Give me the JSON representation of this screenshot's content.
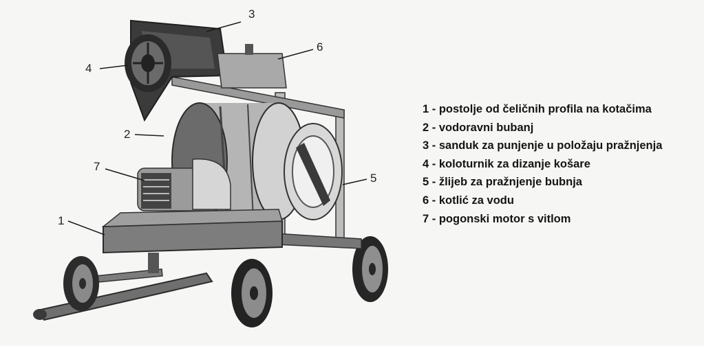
{
  "callouts": {
    "c1": "1",
    "c2": "2",
    "c3": "3",
    "c4": "4",
    "c5": "5",
    "c6": "6",
    "c7": "7"
  },
  "legend": [
    "1 - postolje od čeličnih profila na kotačima",
    "2 - vodoravni bubanj",
    "3 - sanduk za punjenje u položaju pražnjenja",
    "4 - koloturnik za dizanje košare",
    "5 - žlijeb za pražnjenje bubnja",
    "6 - kotlić za vodu",
    "7 - pogonski motor s vitlom"
  ],
  "colors": {
    "background": "#f6f6f4",
    "ink": "#141414",
    "machine_dark": "#2c2c2c",
    "machine_mid": "#8a8a8a",
    "machine_light": "#cfcfcf"
  }
}
